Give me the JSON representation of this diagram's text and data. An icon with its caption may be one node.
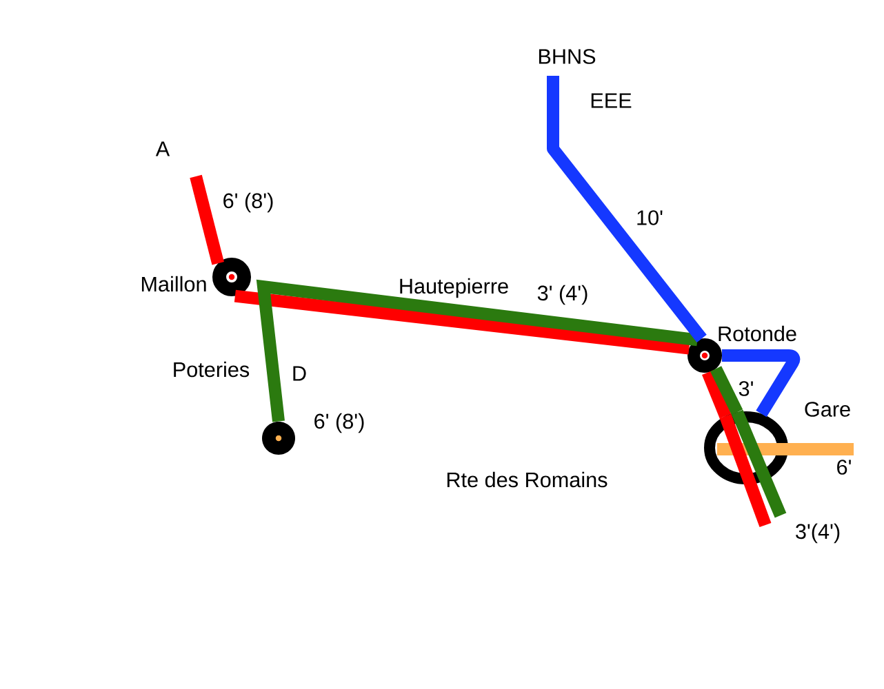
{
  "diagram": {
    "nodes": [
      {
        "text": [],
        "shape": "circle",
        "beside": [
          "Maillon"
        ]
      },
      {
        "text": [],
        "shape": "circle",
        "beside": [
          "Rotonde"
        ]
      },
      {
        "text": [],
        "shape": "circle",
        "beside": [
          "Gare"
        ]
      },
      {
        "text": [],
        "shape": "circle"
      }
    ],
    "edges": [
      {
        "from": null,
        "to": 0,
        "arrow": "none",
        "color": "#ff0000",
        "label": "6' (8')"
      },
      {
        "from": 0,
        "to": 1,
        "arrow": "none",
        "color": "#ff0000",
        "label": "3' (4')"
      },
      {
        "from": 3,
        "to": 1,
        "arrow": "none",
        "color": "#2b7a0f",
        "label": "6' (8')"
      },
      {
        "from": 1,
        "to": 2,
        "arrow": "none",
        "color": "#ff0000"
      },
      {
        "from": 1,
        "to": 2,
        "arrow": "none",
        "color": "#2b7a0f",
        "label": "3'"
      },
      {
        "from": 2,
        "to": null,
        "arrow": "none",
        "color": "#ff0000"
      },
      {
        "from": 2,
        "to": null,
        "arrow": "none",
        "color": "#2b7a0f",
        "label": "3'(4')"
      },
      {
        "from": null,
        "to": 1,
        "arrow": "none",
        "color": "#1538ff",
        "label": "10'"
      },
      {
        "from": 1,
        "to": 2,
        "arrow": "none",
        "color": "#1538ff"
      },
      {
        "from": 2,
        "to": null,
        "arrow": "none",
        "color": "#ffb050",
        "label": "6'"
      }
    ],
    "labels": [
      "BHNS",
      "EEE",
      "A",
      "Hautepierre",
      "Poteries",
      "D",
      "Rte des Romains"
    ]
  }
}
